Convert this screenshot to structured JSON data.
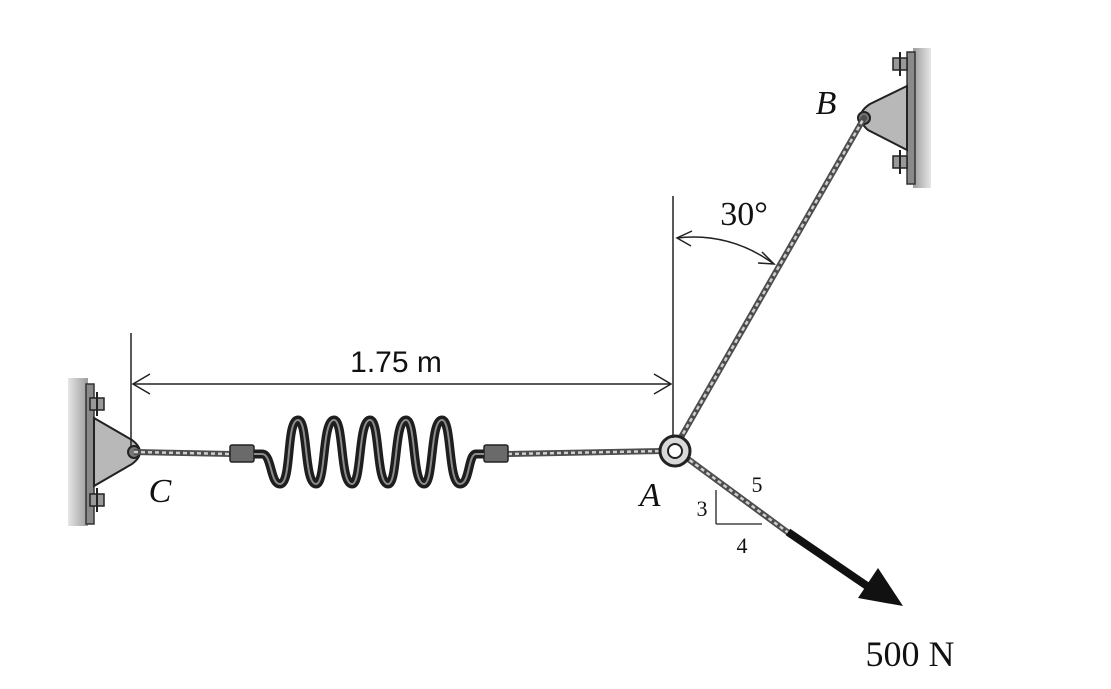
{
  "diagram": {
    "points": {
      "B": "B",
      "C": "C",
      "A": "A"
    },
    "angle_label": "30°",
    "dimension_label": "1.75 m",
    "slope": {
      "hyp": "5",
      "rise": "3",
      "run": "4"
    },
    "load_label": "500 N",
    "colors": {
      "cable": "#6f6f6f",
      "cable_highlight": "#cfcfcf",
      "plate": "#b3b3b3",
      "wall": "#d6d6d6",
      "spring": "#1e1e1e",
      "arrow": "#111111"
    }
  }
}
